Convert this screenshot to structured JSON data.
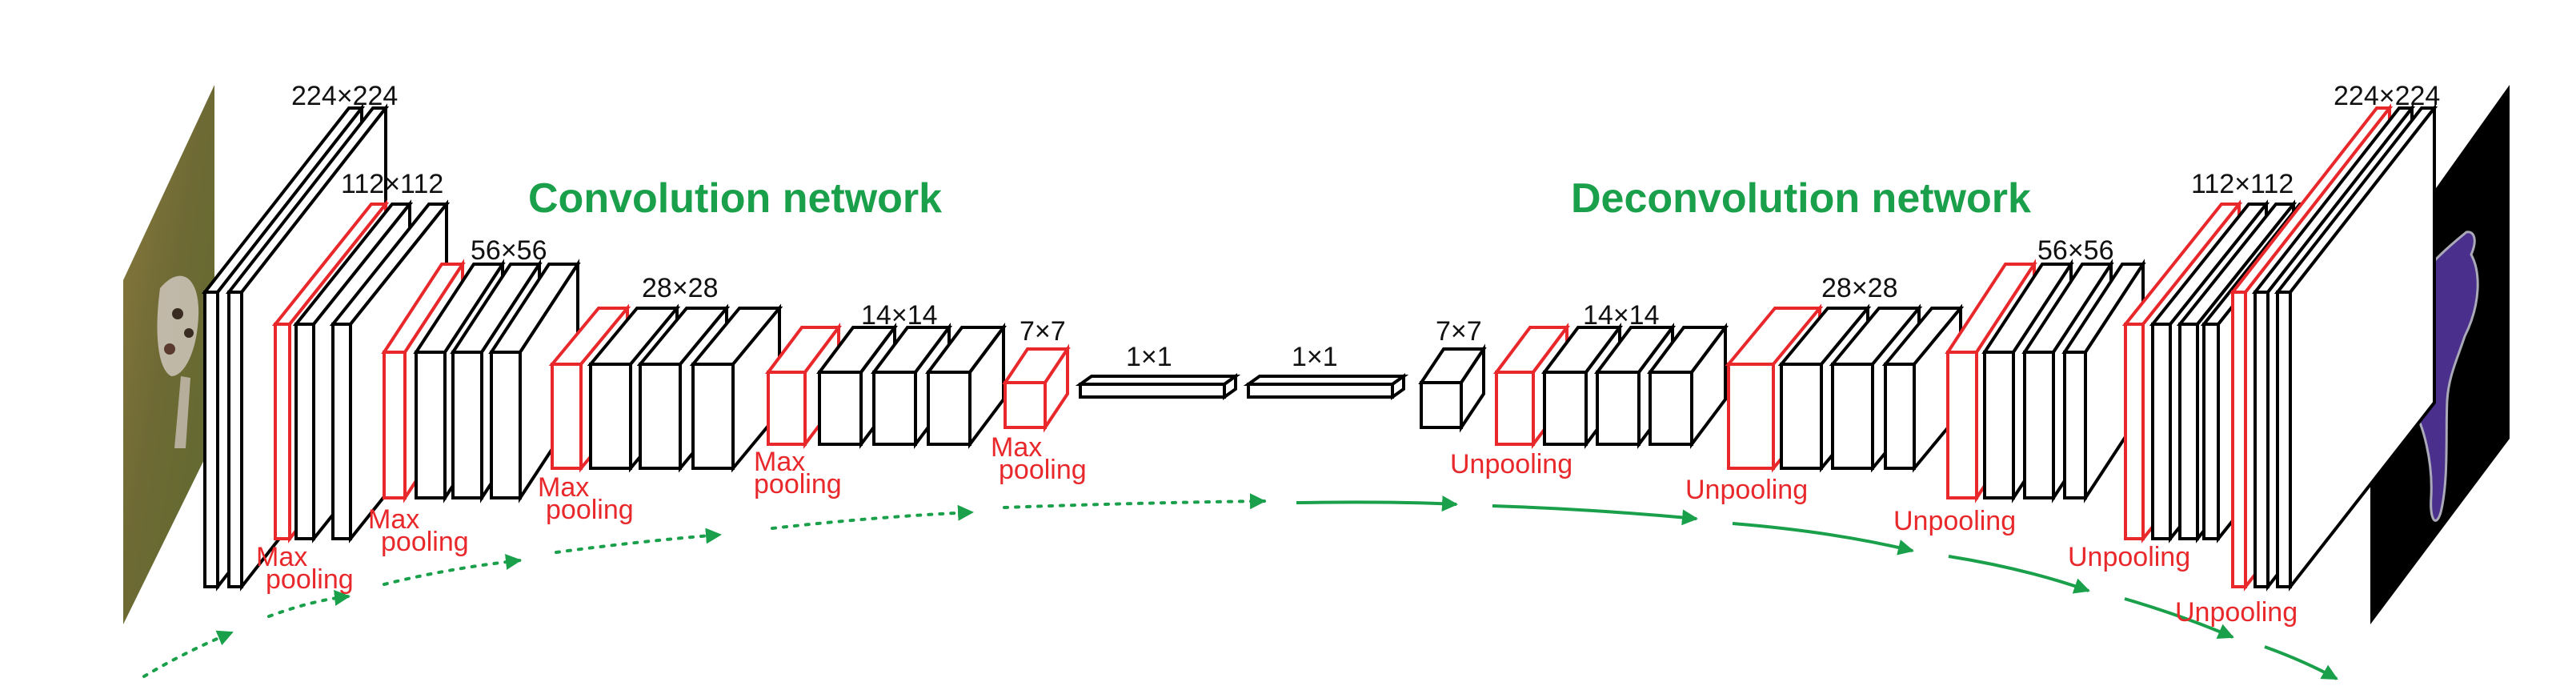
{
  "titles": {
    "conv": "Convolution network",
    "deconv": "Deconvolution network"
  },
  "dims": {
    "d224a": "224×224",
    "d112a": "112×112",
    "d56a": "56×56",
    "d28a": "28×28",
    "d14a": "14×14",
    "d7a": "7×7",
    "d1a": "1×1",
    "d1b": "1×1",
    "d7b": "7×7",
    "d14b": "14×14",
    "d28b": "28×28",
    "d56b": "56×56",
    "d112b": "112×112",
    "d224b": "224×224"
  },
  "ops": {
    "max": "Max",
    "pooling": "pooling",
    "unpooling": "Unpooling"
  },
  "colors": {
    "green": "#1aa04a",
    "red": "#e8282b",
    "purple": "#4a2f8c"
  }
}
